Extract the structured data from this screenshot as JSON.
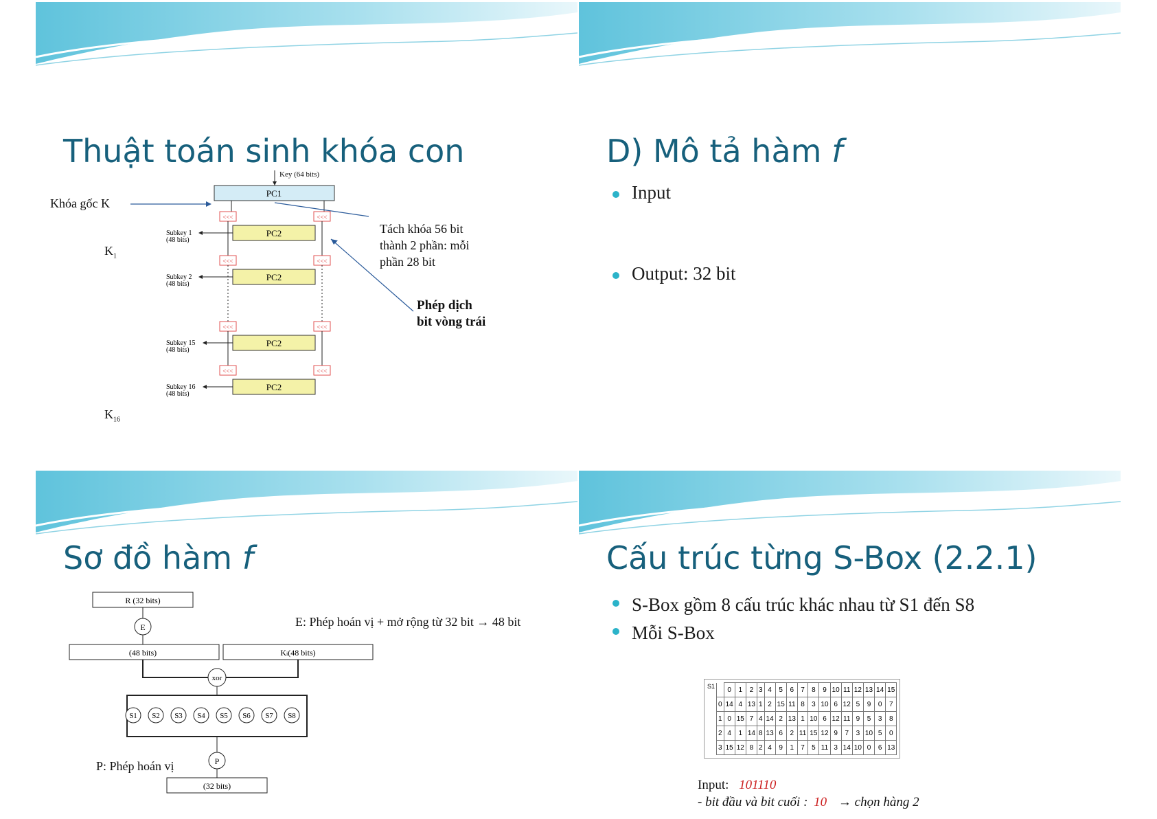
{
  "slides": {
    "subkey": {
      "title": "Thuật toán sinh khóa con",
      "key_label": "Key (64 bits)",
      "root_key_label": "Khóa gốc K",
      "pc1": "PC1",
      "pc2": "PC2",
      "shift": "<<<",
      "k1": "K",
      "k1_sub": "1",
      "k16": "K",
      "k16_sub": "16",
      "subkey1": [
        "Subkey 1",
        "(48 bits)"
      ],
      "subkey2": [
        "Subkey 2",
        "(48 bits)"
      ],
      "subkey15": [
        "Subkey 15",
        "(48 bits)"
      ],
      "subkey16": [
        "Subkey 16",
        "(48 bits)"
      ],
      "split_note": [
        "Tách khóa 56 bit",
        "thành 2 phần: mỗi",
        "phần 28 bit"
      ],
      "shift_note": [
        "Phép dịch",
        "bit vòng trái"
      ]
    },
    "f_desc": {
      "title_prefix": "D) Mô tả hàm ",
      "title_italic": "f",
      "bullet_input": "Input",
      "bullet_output": "Output:  32 bit"
    },
    "f_diagram": {
      "title_prefix": "Sơ đồ hàm ",
      "title_italic": "f",
      "r_box": "R (32 bits)",
      "e": "E",
      "bits48": "(48 bits)",
      "ki": "K",
      "ki_sub": "i",
      "ki_rest": "(48 bits)",
      "xor": "xor",
      "sboxes": [
        "S1",
        "S2",
        "S3",
        "S4",
        "S5",
        "S6",
        "S7",
        "S8"
      ],
      "p": "P",
      "bits32": "(32 bits)",
      "e_note": "E: Phép hoán vị + mở rộng từ 32 bit → 48 bit",
      "p_note": "P: Phép hoán vị"
    },
    "sbox": {
      "title": "Cấu trúc từng S-Box (2.2.1)",
      "bullets": [
        "S-Box gồm 8 cấu trúc khác nhau từ S1 đến S8",
        "Mỗi S-Box"
      ],
      "table_name": "S1",
      "columns": [
        "0",
        "1",
        "2",
        "3",
        "4",
        "5",
        "6",
        "7",
        "8",
        "9",
        "10",
        "11",
        "12",
        "13",
        "14",
        "15"
      ],
      "rows": [
        {
          "row": "0",
          "values": [
            "14",
            "4",
            "13",
            "1",
            "2",
            "15",
            "11",
            "8",
            "3",
            "10",
            "6",
            "12",
            "5",
            "9",
            "0",
            "7"
          ]
        },
        {
          "row": "1",
          "values": [
            "0",
            "15",
            "7",
            "4",
            "14",
            "2",
            "13",
            "1",
            "10",
            "6",
            "12",
            "11",
            "9",
            "5",
            "3",
            "8"
          ]
        },
        {
          "row": "2",
          "values": [
            "4",
            "1",
            "14",
            "8",
            "13",
            "6",
            "2",
            "11",
            "15",
            "12",
            "9",
            "7",
            "3",
            "10",
            "5",
            "0"
          ]
        },
        {
          "row": "3",
          "values": [
            "15",
            "12",
            "8",
            "2",
            "4",
            "9",
            "1",
            "7",
            "5",
            "11",
            "3",
            "14",
            "10",
            "0",
            "6",
            "13"
          ]
        }
      ],
      "input_label": "Input:",
      "input_value": "101110",
      "line1_prefix": "-  bit đầu và bit cuối :",
      "line1_value": "10",
      "line1_suffix": "→ chọn hàng 2"
    }
  }
}
